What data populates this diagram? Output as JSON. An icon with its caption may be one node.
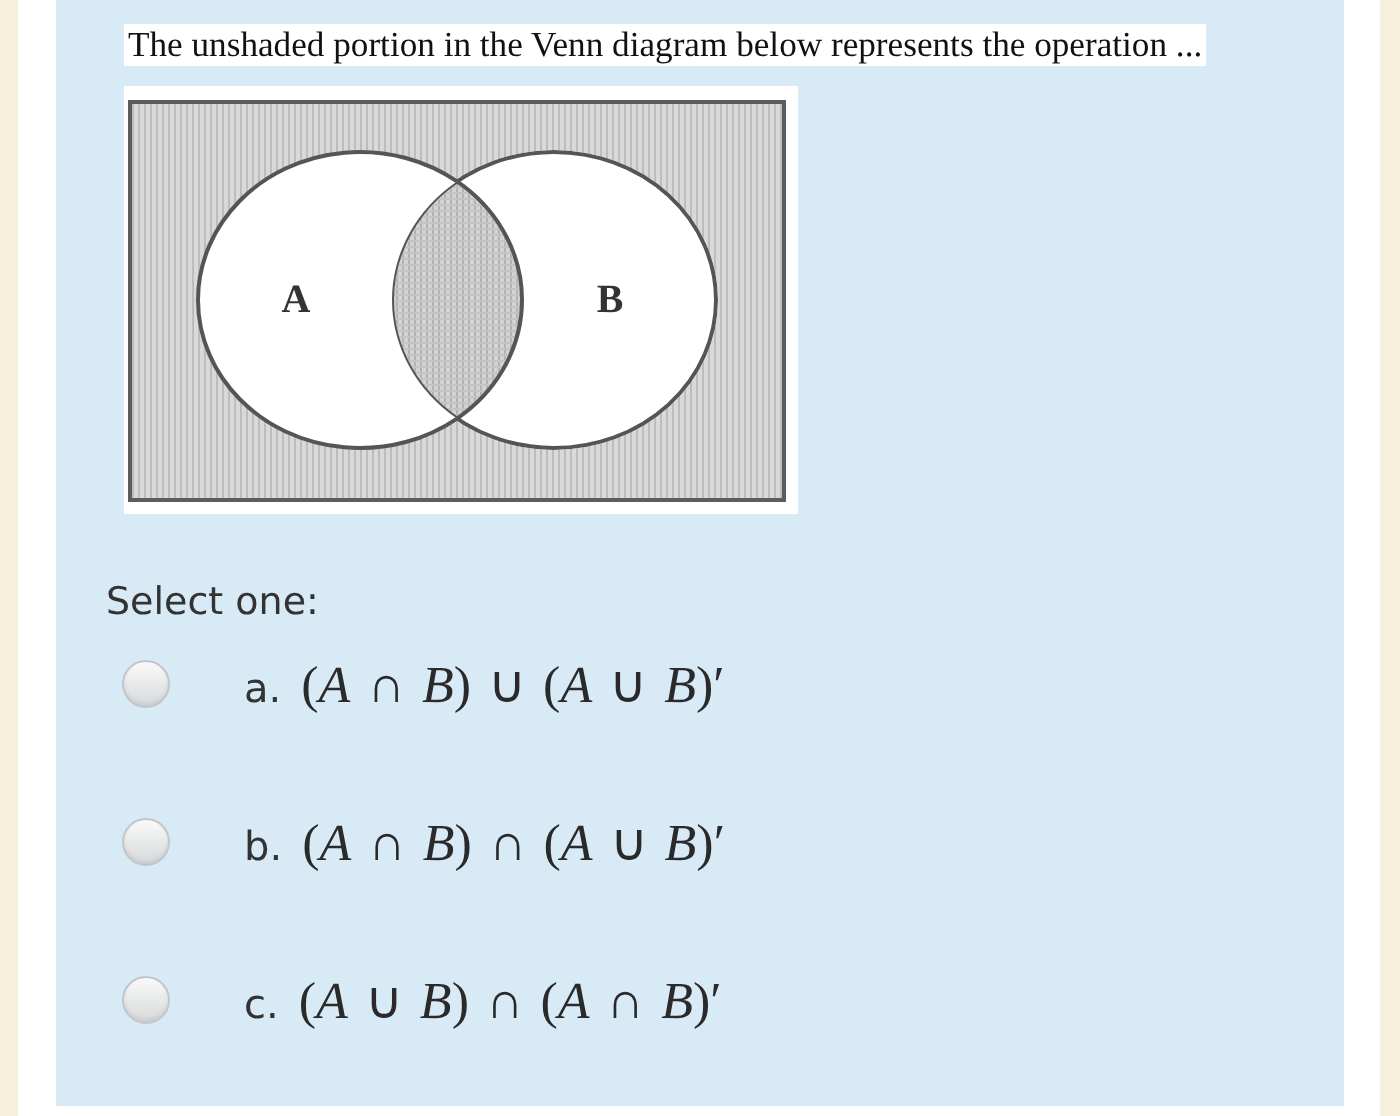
{
  "diagram": {
    "title": "The unshaded portion in the Venn diagram below represents the operation ...",
    "nodes": [
      {
        "text": [],
        "shape": "box"
      },
      {
        "text": [
          "A"
        ],
        "in": 0
      },
      {
        "text": [
          "B"
        ],
        "in": 0
      }
    ],
    "labels": [
      "Select one:",
      "a. (*A* ∩ *B*) ∪ (*A* ∪ *B*)′",
      "b. (*A* ∩ *B*) ∩ (*A* ∪ *B*)′",
      "c. (*A* ∪ *B*) ∩ (*A* ∩ *B*)′"
    ]
  }
}
